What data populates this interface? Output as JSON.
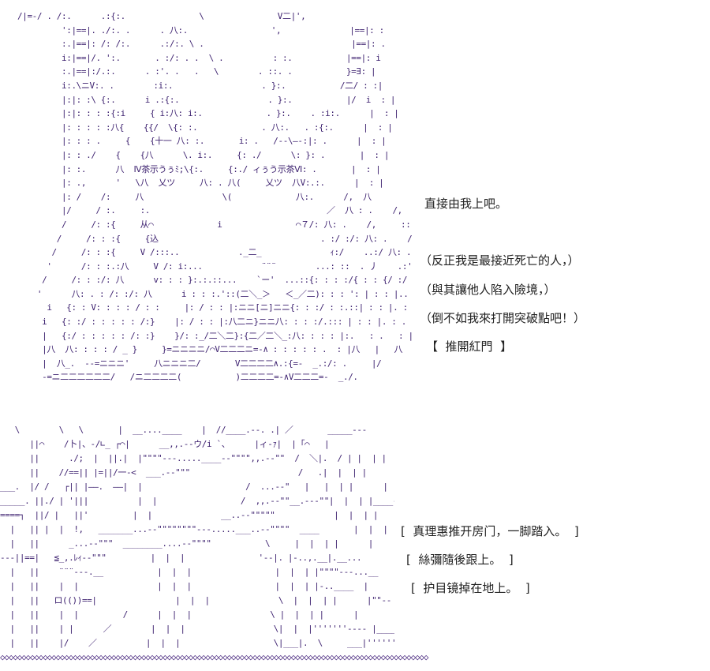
{
  "top_scene": {
    "art": "/|=-/ . /:.      .:{:.               \\               V二|',\n         ':|==|. ./:. .      . 八:.                 ',              |==|: :\n         :.|==|: /: /:.      .:/:. \\ .                              |==|: .\n         i:|==|/. ':.       . :/: . .  \\ .          : :.           |==|: i\n         :.|==|:/.:.      . :'. .   .   \\        . ::. .           }=∃: |\n         i:.\\ニV:. .        :i:.                  . }:.           /二/ : :|\n         |:|: :\\ {:.      i .:{:.                  . }:.           |/  i  : |\n         |:|: : : :{:i     { i:八: i:.             . }:.    . :i:.      |  : |\n         |: : : : :八{    {{/  \\{: :.             . 八:.   . :{:.      |  : |\n         |: : : .     {    {十一 八: :.       i: .   /-‐\\—‐:|: .      |  : |\n         |: : ./    {    {八      \\. i:.     {: ./      \\: }: .       |  : |\n         |: :.      八  Ⅳ茶示うぅﾐ;\\{:.     {:./ ィぅう示茶Ⅵ: .       |  : |\n         |: .,      '   \\八  乂ツ     八: . 八(     乂ツ  八V:.:.      |  : |\n         |: /    /:     八                \\(             八:.      /,  八\n         |/     / :.     :.                                    ／  八 : .    /,    ',\n         /     /: :{     从⌒             i               ⌒７/: 八: .    /,     ::\n        /     /: : :{     {込                                 . :/ :/: 八: .    /,     ::\n       /     /: : :{     V /:::..            ._二_              ｨ:/    ..:/ 八: .    /,     :\n      '      /: : :.:八     V /: i:...            ¨¨¨        ...: ::  . 丿    .:' :/ 八: .    /,     :\n     /     /: : :/: 八      v: : : }:.:.::...    `ー'  ...::{: : : :/{ : : {/ :/ 八:      i\n    '      八: . : /: :/: 八      i : : :.'::(二＼_＞   ＜_／二): : : ': | : : |.. / :/ }       i    |\n      i   {: : V: : : : / : :     |: / : : |:ニニ[ニ]ニニ{: : :/ : :.::| : : |. : .   : }   i     |\n     i   {: :/ : : : : : /:}    |: / : : |:八二ニ}ニニ八: : : :/.::: | : : |. : .   : |   |     |\n     |   {:/ : : : : : /: :}    }/: :_/二＼二}:{二／二＼_:八: : : : |:.   : .   : |   |     |\n     |八  八: : : : / _ }     }=ニニニニ/⌒V二二二ニ=-∧ : : : : : .  : |八   |   八\n     |  八_.  --=ニニニ'     八ニニニ二/       V二二二二∧.:{=-  _.:/: .     |/\n     -=ニ二二二二二二/   /ニ二二二二(           )二二二二=-∧V二二二=-  _./."
  },
  "top_text": [
    "直接由我上吧。",
    "（反正我是最接近死亡的人，）",
    "（與其讓他人陷入險境，）",
    "（倒不如我來打開突破點吧！）",
    "【  推開紅門  】"
  ],
  "bottom_scene": {
    "art": "   \\        \\   \\       |  __....____    |  //____.--. .| ／       _____---\n      ||⌒    /卜|、-/∟_ ┌⌒|      __,,.--ウ/i `、     |ィ-ｧ|  |「⌒   |\n      ||      ./;  |  ||.|  |\"\"\"\"‐--.....____-‐\"\"\"\",,.-‐\"\"  /  ＼|.  / | |  | |      |\n      ||    //==|| |=||/一-<  ___.-‐\"\"\"                      /   .|  |  | |      |\n___.  |/ /   ┌|| |――.  ――|  |                     /  ...-‐\"   |   |  | |      |\n_____. ||./ | '|||          |  |                 /  ,,.-‐\"\"__.--‐\"\"|  |  | |____--|--‐\"\n====┐  ||/ |   ||'         |  |              __..-‐\"\"\"\"\"            |  |  | |      |\n  |   || |  |  !,   _______...-‐\"\"\"\"\"\"\"\"‐--.....___..-‐\"\"\"\"  ____       |  |  | |      |\n  |   ||      _...-‐\"\"\"  ________....-‐\"\"\"\"           \\     |  |  | |      |\n‐‐‐||==|   ≦_,.ﾚｨ-‐\"\"\"         |  |  |               '-‐|. |‐..,.__|.__...\n  |   ||    ¨¨¨‐--.__           |  |  |                 |  |  | |\"\"\"\"‐--...__\n  |   ||    |  |                |  |  |                 |  |  | |-..____  |\n  |   ||   ロ(())==|                |  |  |              \\  |  |  | |      |\"\"‐-\n  |   ||    |  |         /      |  |  |                \\ |  |  | |      |\n  |   ||    | |      ／        |  |  |                  \\|  |  |'''''''‐--- |____\n  |   ||    |/    ／          |  |  |                   \\|___|.  \\     ___|''''''''"
  },
  "bottom_text": [
    "[  真理惠推开房门，一脚踏入。  ]",
    "[  絲彌隨後跟上。  ]",
    "[  护目镜掉在地上。  ]"
  ],
  "footer": {
    "border": "◇◇◇◇◇◇◇◇◇◇◇◇◇◇◇◇◇◇◇◇◇◇◇◇◇◇◇◇◇◇◇◇◇◇◇◇◇◇◇◇◇◇◇◇◇◇◇◇◇◇◇◇◇◇◇◇◇◇◇◇◇◇◇◇◇◇◇◇◇◇◇◇◇◇◇◇◇◇◇◇◇◇◇◇◇◇◇◇◇◇◇◇◇◇◇◇◇◇◇◇"
  }
}
